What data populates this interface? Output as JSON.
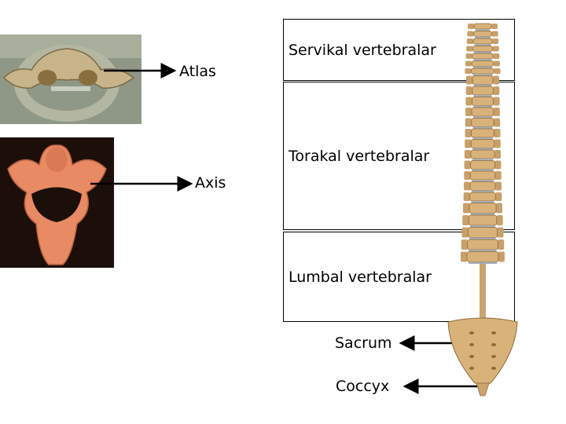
{
  "labels": {
    "atlas": "Atlas",
    "axis": "Axis",
    "cervical": "Servikal vertebralar",
    "thoracic": "Torakal vertebralar",
    "lumbar": "Lumbal vertebralar",
    "sacrum": "Sacrum",
    "coccyx": "Coccyx"
  },
  "colors": {
    "atlas_photo_bg": "#9aa18f",
    "atlas_bone": "#c8b48a",
    "axis_photo_bg": "#1c0f0a",
    "axis_bone": "#e88a64",
    "spine_bone": "#d9b27a",
    "spine_disc": "#a7aeb3"
  }
}
